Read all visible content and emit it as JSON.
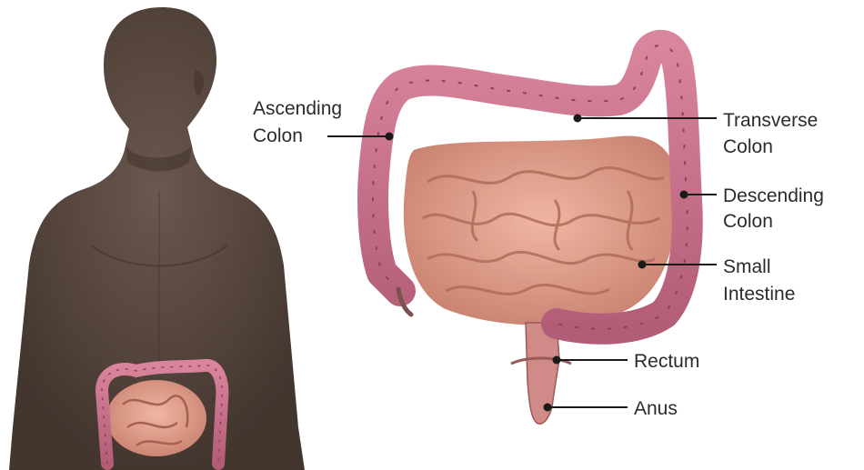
{
  "labels": {
    "ascending_colon": [
      "Ascending",
      "Colon"
    ],
    "transverse_colon": [
      "Transverse",
      "Colon"
    ],
    "descending_colon": [
      "Descending",
      "Colon"
    ],
    "small_intestine": [
      "Small",
      "Intestine"
    ],
    "rectum": [
      "Rectum"
    ],
    "anus": [
      "Anus"
    ]
  },
  "colors": {
    "skin": "#5a4a42",
    "skin_shadow": "#3f332d",
    "colon": "#c9708a",
    "colon_dark": "#9d4d66",
    "small_intestine": "#e0a090",
    "small_intestine_dark": "#b8705f",
    "label_text": "#2b2b2b",
    "leader_line": "#1a1a1a"
  }
}
